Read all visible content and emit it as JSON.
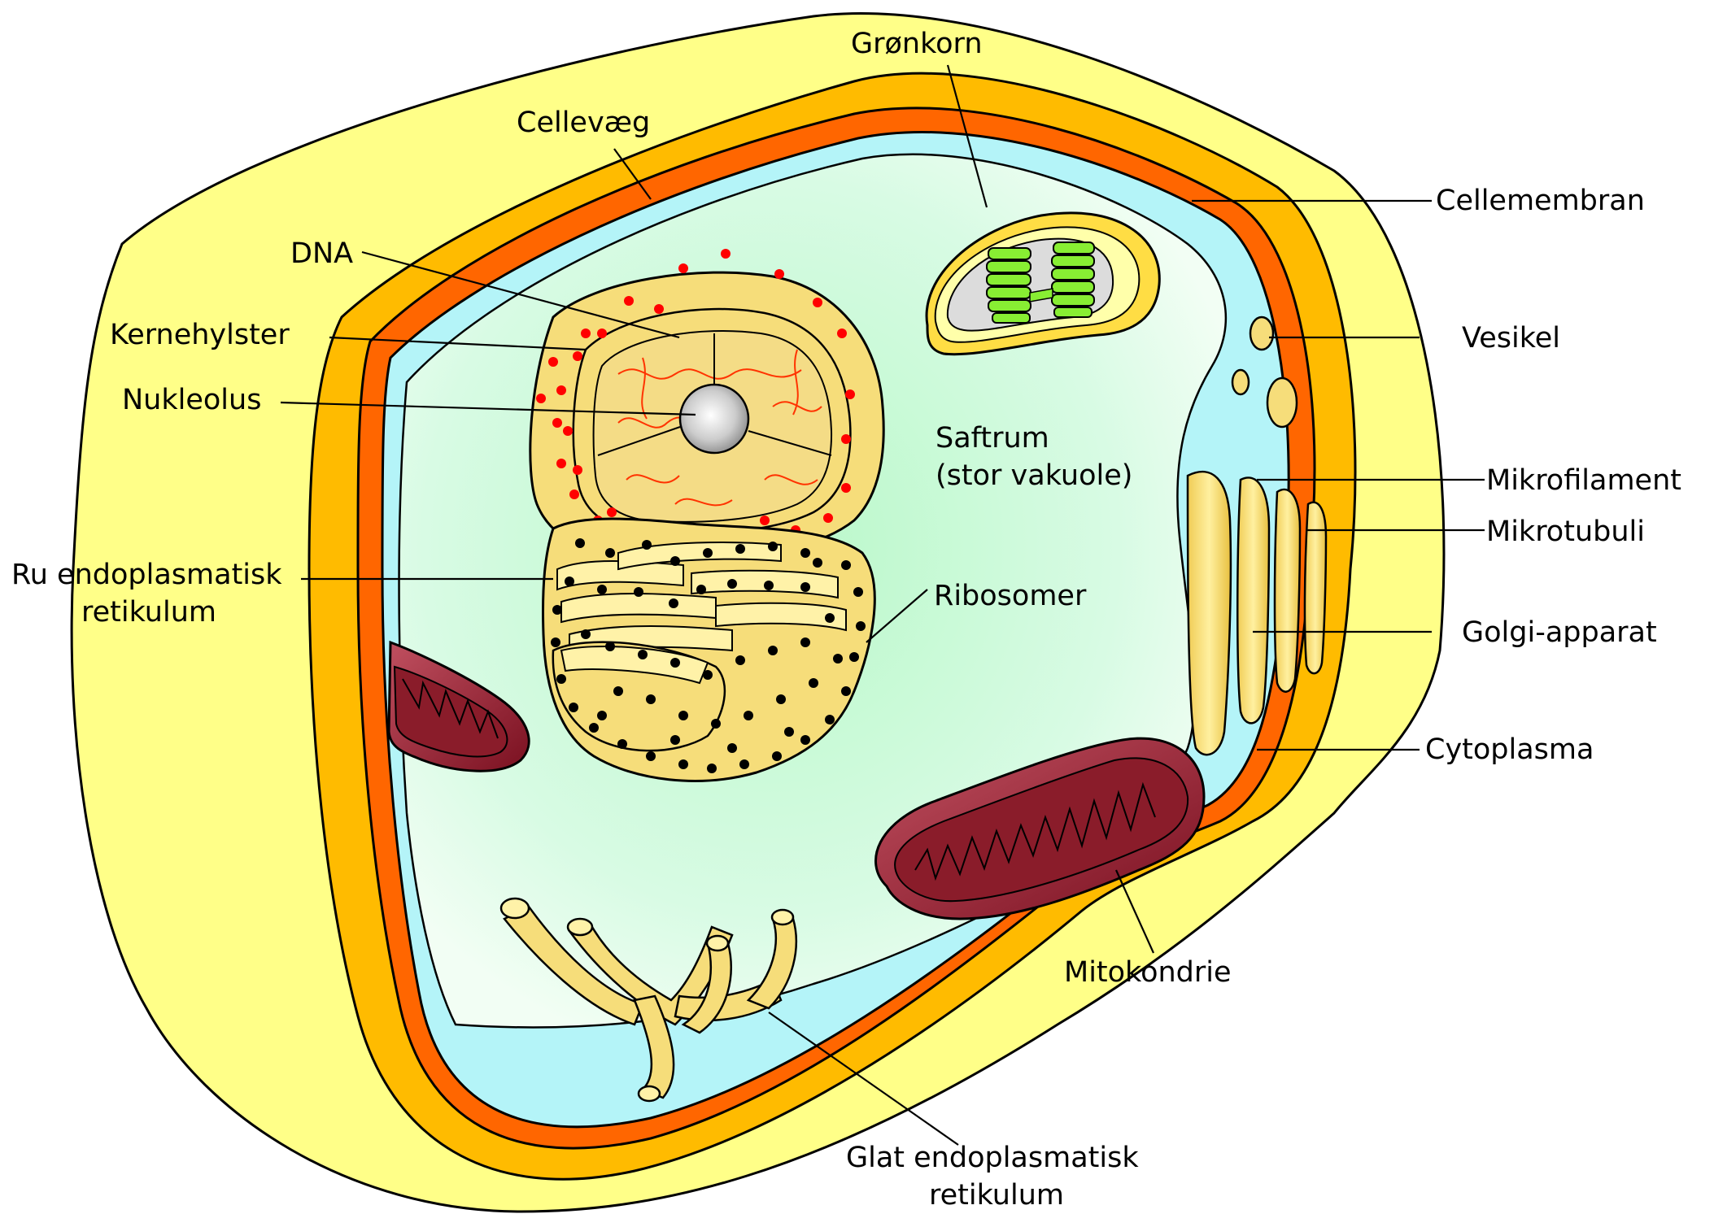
{
  "diagram": {
    "labels": {
      "cellevaeg": "Cellevæg",
      "gronkorn": "Grønkorn",
      "cellemembran": "Cellemembran",
      "dna": "DNA",
      "kernehylster": "Kernehylster",
      "nukleolus": "Nukleolus",
      "vesikel": "Vesikel",
      "saftrum_line1": "Saftrum",
      "saftrum_line2": "(stor vakuole)",
      "mikrofilament": "Mikrofilament",
      "mikrotubuli": "Mikrotubuli",
      "ru_er_line1": "Ru endoplasmatisk",
      "ru_er_line2": "retikulum",
      "ribosomer": "Ribosomer",
      "golgi": "Golgi-apparat",
      "cytoplasma": "Cytoplasma",
      "mitokondrie": "Mitokondrie",
      "glat_er_line1": "Glat endoplasmatisk",
      "glat_er_line2": "retikulum"
    },
    "colors": {
      "cell_wall_outer": "#ffff88",
      "cell_wall_inner": "#ffbb00",
      "cell_membrane": "#ff6600",
      "cytoplasm": "#b4f4f8",
      "vacuole": "#c0f8d0",
      "organelle_yellow": "#f6dd7a",
      "mitochondrion": "#a8323e",
      "chloroplast_green": "#88ee33",
      "ribosome": "#000000",
      "nucleus_dots": "#ff0000"
    }
  }
}
